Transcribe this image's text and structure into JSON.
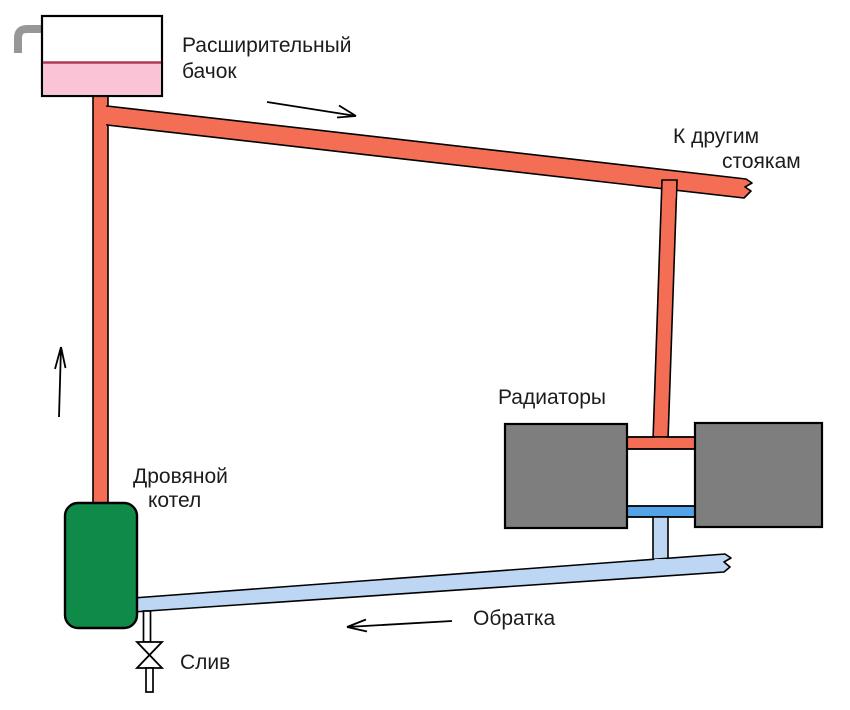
{
  "diagram": {
    "labels": {
      "expansion_tank_line1": "Расширительный",
      "expansion_tank_line2": "бачок",
      "to_other_risers_line1": "К другим",
      "to_other_risers_line2": "стоякам",
      "radiators": "Радиаторы",
      "boiler_line1": "Дровяной",
      "boiler_line2": "котел",
      "return_line": "Обратка",
      "drain": "Слив"
    },
    "colors": {
      "hot_pipe": "#f46e55",
      "return_pipe": "#bcd6f3",
      "return_connector": "#52a3e8",
      "boiler_body": "#108a48",
      "radiator_body": "#7e7e7e",
      "tank_body": "#ffffff",
      "tank_water": "#fac3d6",
      "tank_water_line": "#b13a52",
      "overflow_pipe": "#979797",
      "valve_body": "#ffffff",
      "outline": "#000000",
      "label_text": "#1c1c1c"
    }
  }
}
